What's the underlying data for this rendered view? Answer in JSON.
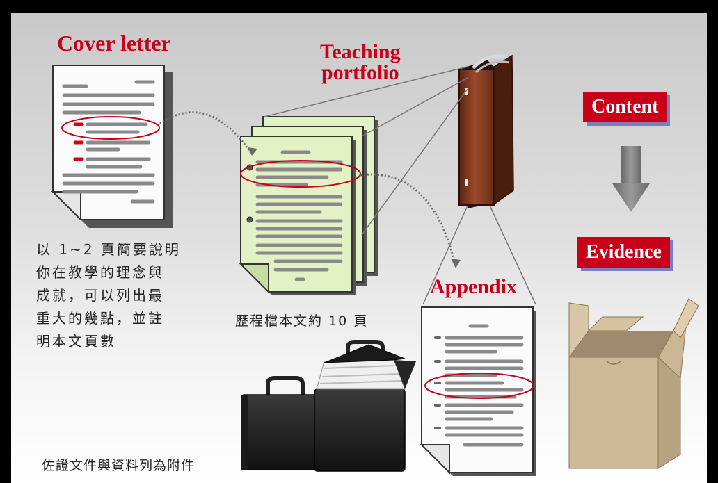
{
  "cover_letter": {
    "title": "Cover letter",
    "description_lines": [
      "以 1~2 頁簡要說明",
      "你在教學的理念與",
      "成就，可以列出最",
      "重大的幾點，並註",
      "明本文頁數"
    ]
  },
  "portfolio": {
    "title_line1": "Teaching",
    "title_line2": "portfolio",
    "body_caption": "歷程檔本文約 10 頁"
  },
  "appendix": {
    "title": "Appendix",
    "caption": "佐證文件與資料列為附件"
  },
  "flow": {
    "top_label": "Content",
    "bottom_label": "Evidence"
  },
  "colors": {
    "accent_red": "#c8001a",
    "label_shadow": "#7c7cc0",
    "portfolio_page": "#e2f2c4",
    "binder": "#7e3a22",
    "box": "#cdb898"
  }
}
